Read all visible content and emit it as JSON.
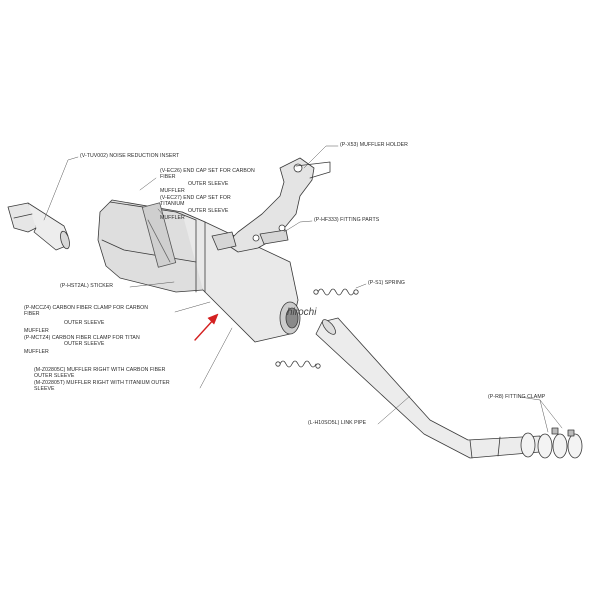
{
  "watermark": "hirochi",
  "accent_color": "#d42020",
  "labels": {
    "noise_insert": "(V-TUV002)  NOISE REDUCTION INSERT",
    "muffler_holder": "(P-X53)  MUFFLER HOLDER",
    "end_cap_cf_1": "(V-EC26)  END CAP SET FOR CARBON",
    "end_cap_cf_2": "FIBER",
    "end_cap_cf_3": "OUTER SLEEVE",
    "end_cap_cf_4": "MUFFLER",
    "end_cap_ti_1": "(V-EC27)  END CAP SET FOR",
    "end_cap_ti_2": "TITANIUM",
    "end_cap_ti_3": "OUTER SLEEVE",
    "end_cap_ti_4": "MUFFLER",
    "fitting_parts": "(P-HF333)  FITTING PARTS",
    "sticker": "(P-HST2AL)  STICKER",
    "spring": "(P-S1)  SPRING",
    "clamp_cf_1": "(P-MCCZ4)   CARBON FIBER CLAMP FOR CARBON",
    "clamp_cf_2": "FIBER",
    "clamp_cf_3": "OUTER SLEEVE",
    "clamp_cf_4": "MUFFLER",
    "clamp_ti_1": "(P-MCTZ4)   CARBON FIBER CLAMP FOR TITAN",
    "clamp_ti_2": "OUTER SLEEVE",
    "clamp_ti_3": "MUFFLER",
    "muffler_cf_1": "(M-Z02805C)   MUFFLER RIGHT WITH CARBON FIBER",
    "muffler_cf_2": "OUTER SLEEVE",
    "muffler_ti_1": "(M-Z02805T)   MUFFLER RIGHT WITH TITANIUM OUTER",
    "muffler_ti_2": "SLEEVE",
    "link_pipe": "(L-H10SO5L)  LINK PIPE",
    "fitting_clamp": "(P-R8)  FITTING CLAMP"
  }
}
